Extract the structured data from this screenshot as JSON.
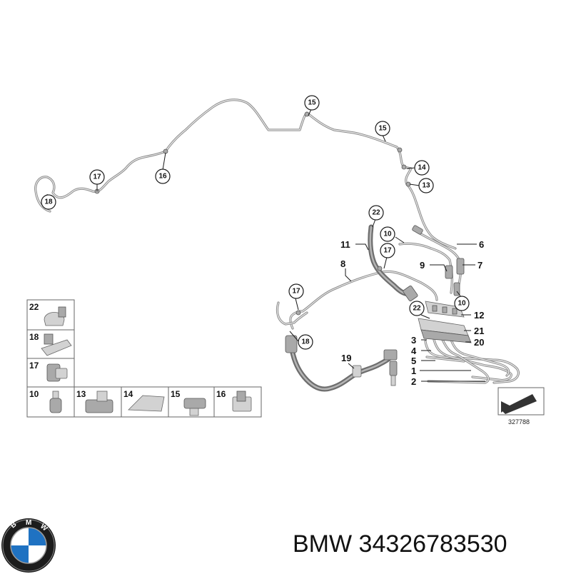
{
  "callouts": [
    "15",
    "15",
    "14",
    "13",
    "17",
    "16",
    "18",
    "22",
    "10",
    "17",
    "17",
    "18",
    "10",
    "22",
    "19"
  ],
  "labels": [
    "11",
    "8",
    "6",
    "9",
    "7",
    "12",
    "21",
    "20",
    "3",
    "4",
    "5",
    "1",
    "2"
  ],
  "parts_box": {
    "rows": [
      {
        "num": "22",
        "icon": "pipe-clip-icon"
      },
      {
        "num": "18",
        "icon": "bracket-clip-icon"
      },
      {
        "num": "17",
        "icon": "pipe-holder-icon"
      }
    ],
    "bottom_row": [
      {
        "num": "10",
        "icon": "bleed-valve-icon"
      },
      {
        "num": "13",
        "icon": "double-clip-icon"
      },
      {
        "num": "14",
        "icon": "flat-clip-icon"
      },
      {
        "num": "15",
        "icon": "push-clip-icon"
      },
      {
        "num": "16",
        "icon": "spring-clip-icon"
      }
    ]
  },
  "diagram_number": "327788",
  "brand": "BMW",
  "part_number": "34326783530",
  "colors": {
    "pipe": "#8c8c8c",
    "hose": "#6e6e6e",
    "outline": "#1a1a1a"
  }
}
